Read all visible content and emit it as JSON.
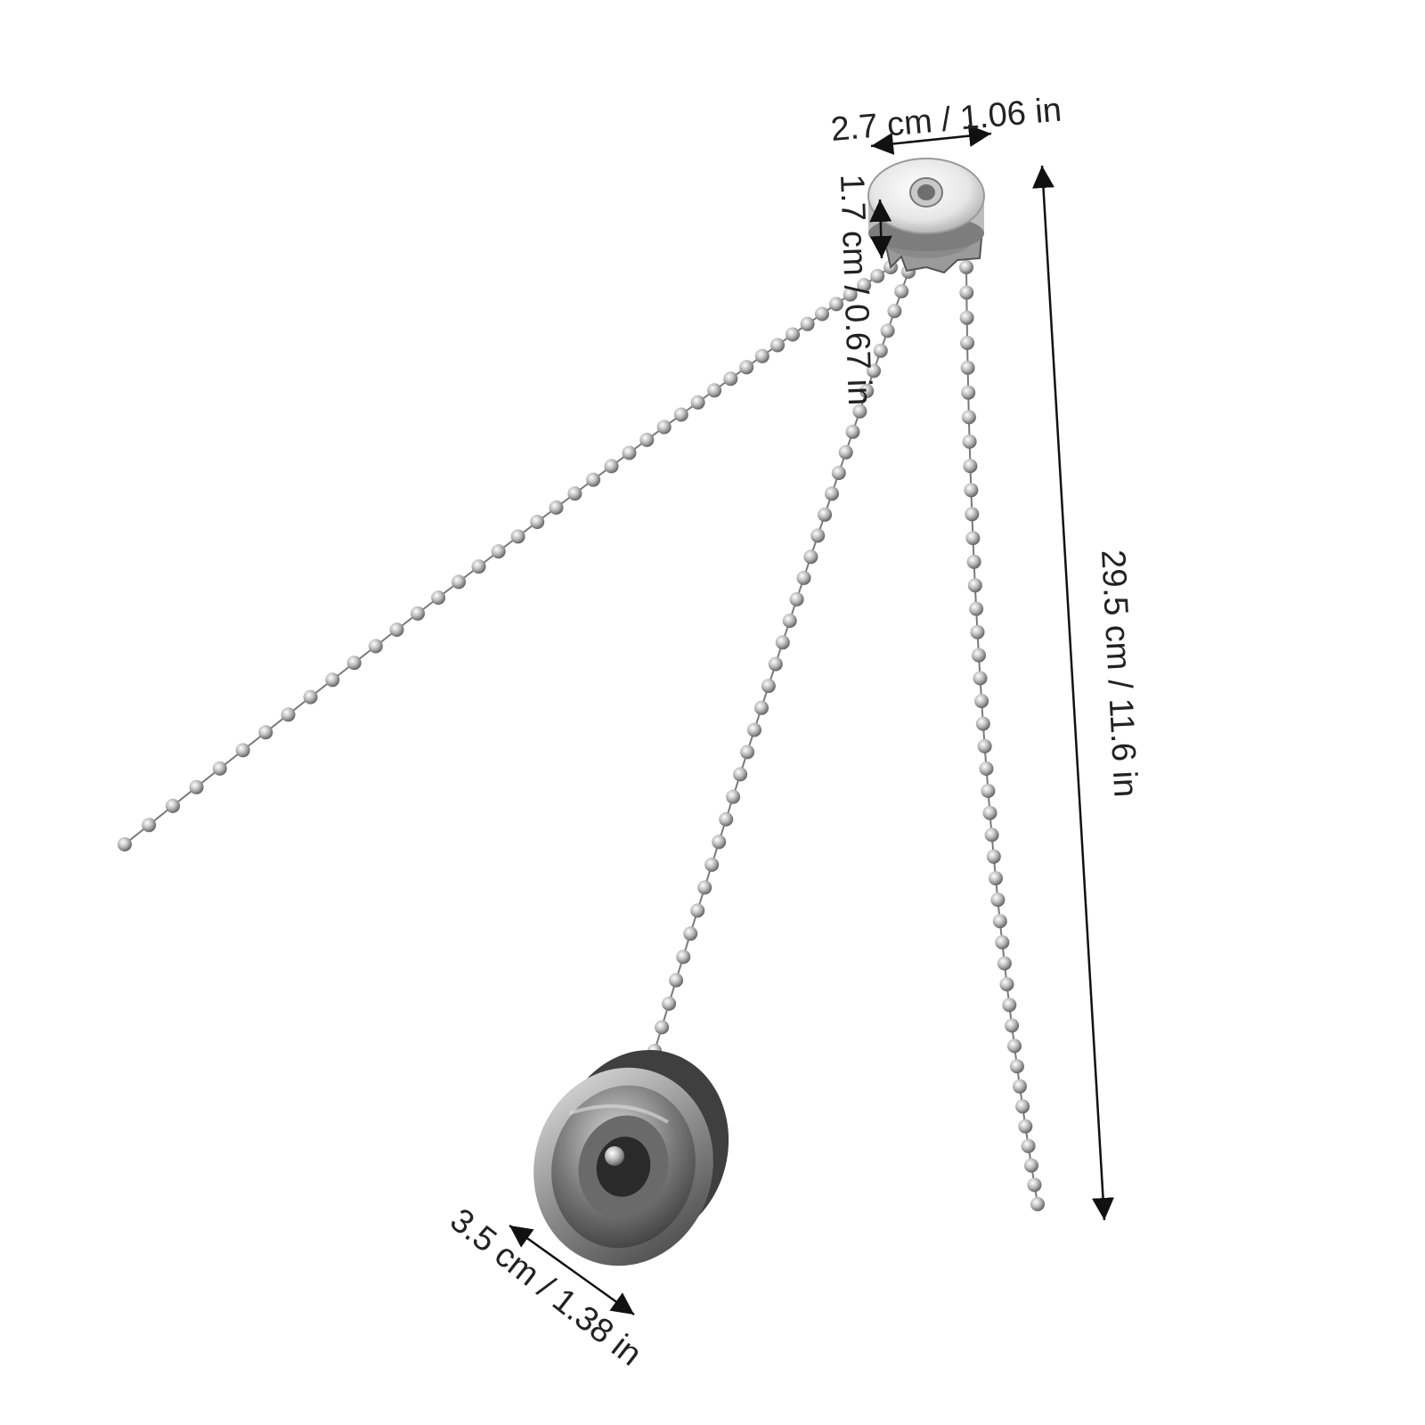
{
  "colors": {
    "background": "#ffffff",
    "metal_light": "#f2f2f2",
    "metal_mid": "#b8b8b8",
    "metal_dark": "#5a5a5a",
    "dimension_line": "#111111",
    "text": "#222222"
  },
  "dimensions": {
    "top_width": "2.7 cm / 1.06 in",
    "top_height": "1.7 cm / 0.67 in",
    "chain_length": "29.5 cm / 11.6 in",
    "pendant_diameter": "3.5 cm / 1.38 in"
  }
}
